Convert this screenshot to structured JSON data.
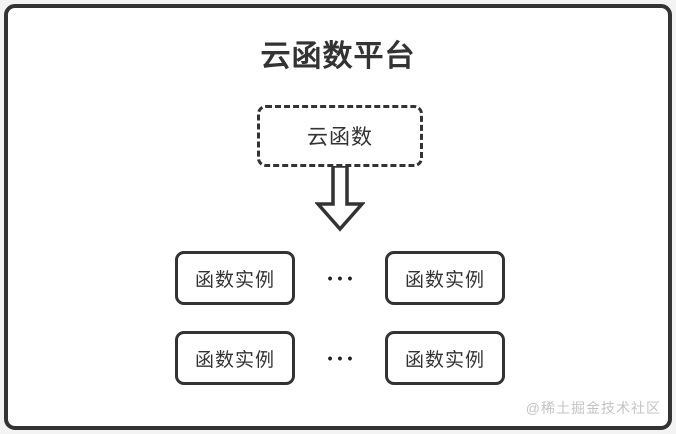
{
  "platform": {
    "title": "云函数平台",
    "cloud_function": {
      "label": "云函数"
    },
    "arrow_icon": "down-arrow-icon",
    "instance_rows": [
      {
        "left": "函数实例",
        "separator": "•••",
        "right": "函数实例"
      },
      {
        "left": "函数实例",
        "separator": "•••",
        "right": "函数实例"
      }
    ]
  },
  "watermark": {
    "text": "@稀土掘金技术社区"
  },
  "colors": {
    "frame_border": "#333333",
    "box_border": "#333333",
    "text": "#333333",
    "watermark_text": "#c4c4c4",
    "panel_background": "#ffffff",
    "page_background": "#f3f3f3"
  }
}
